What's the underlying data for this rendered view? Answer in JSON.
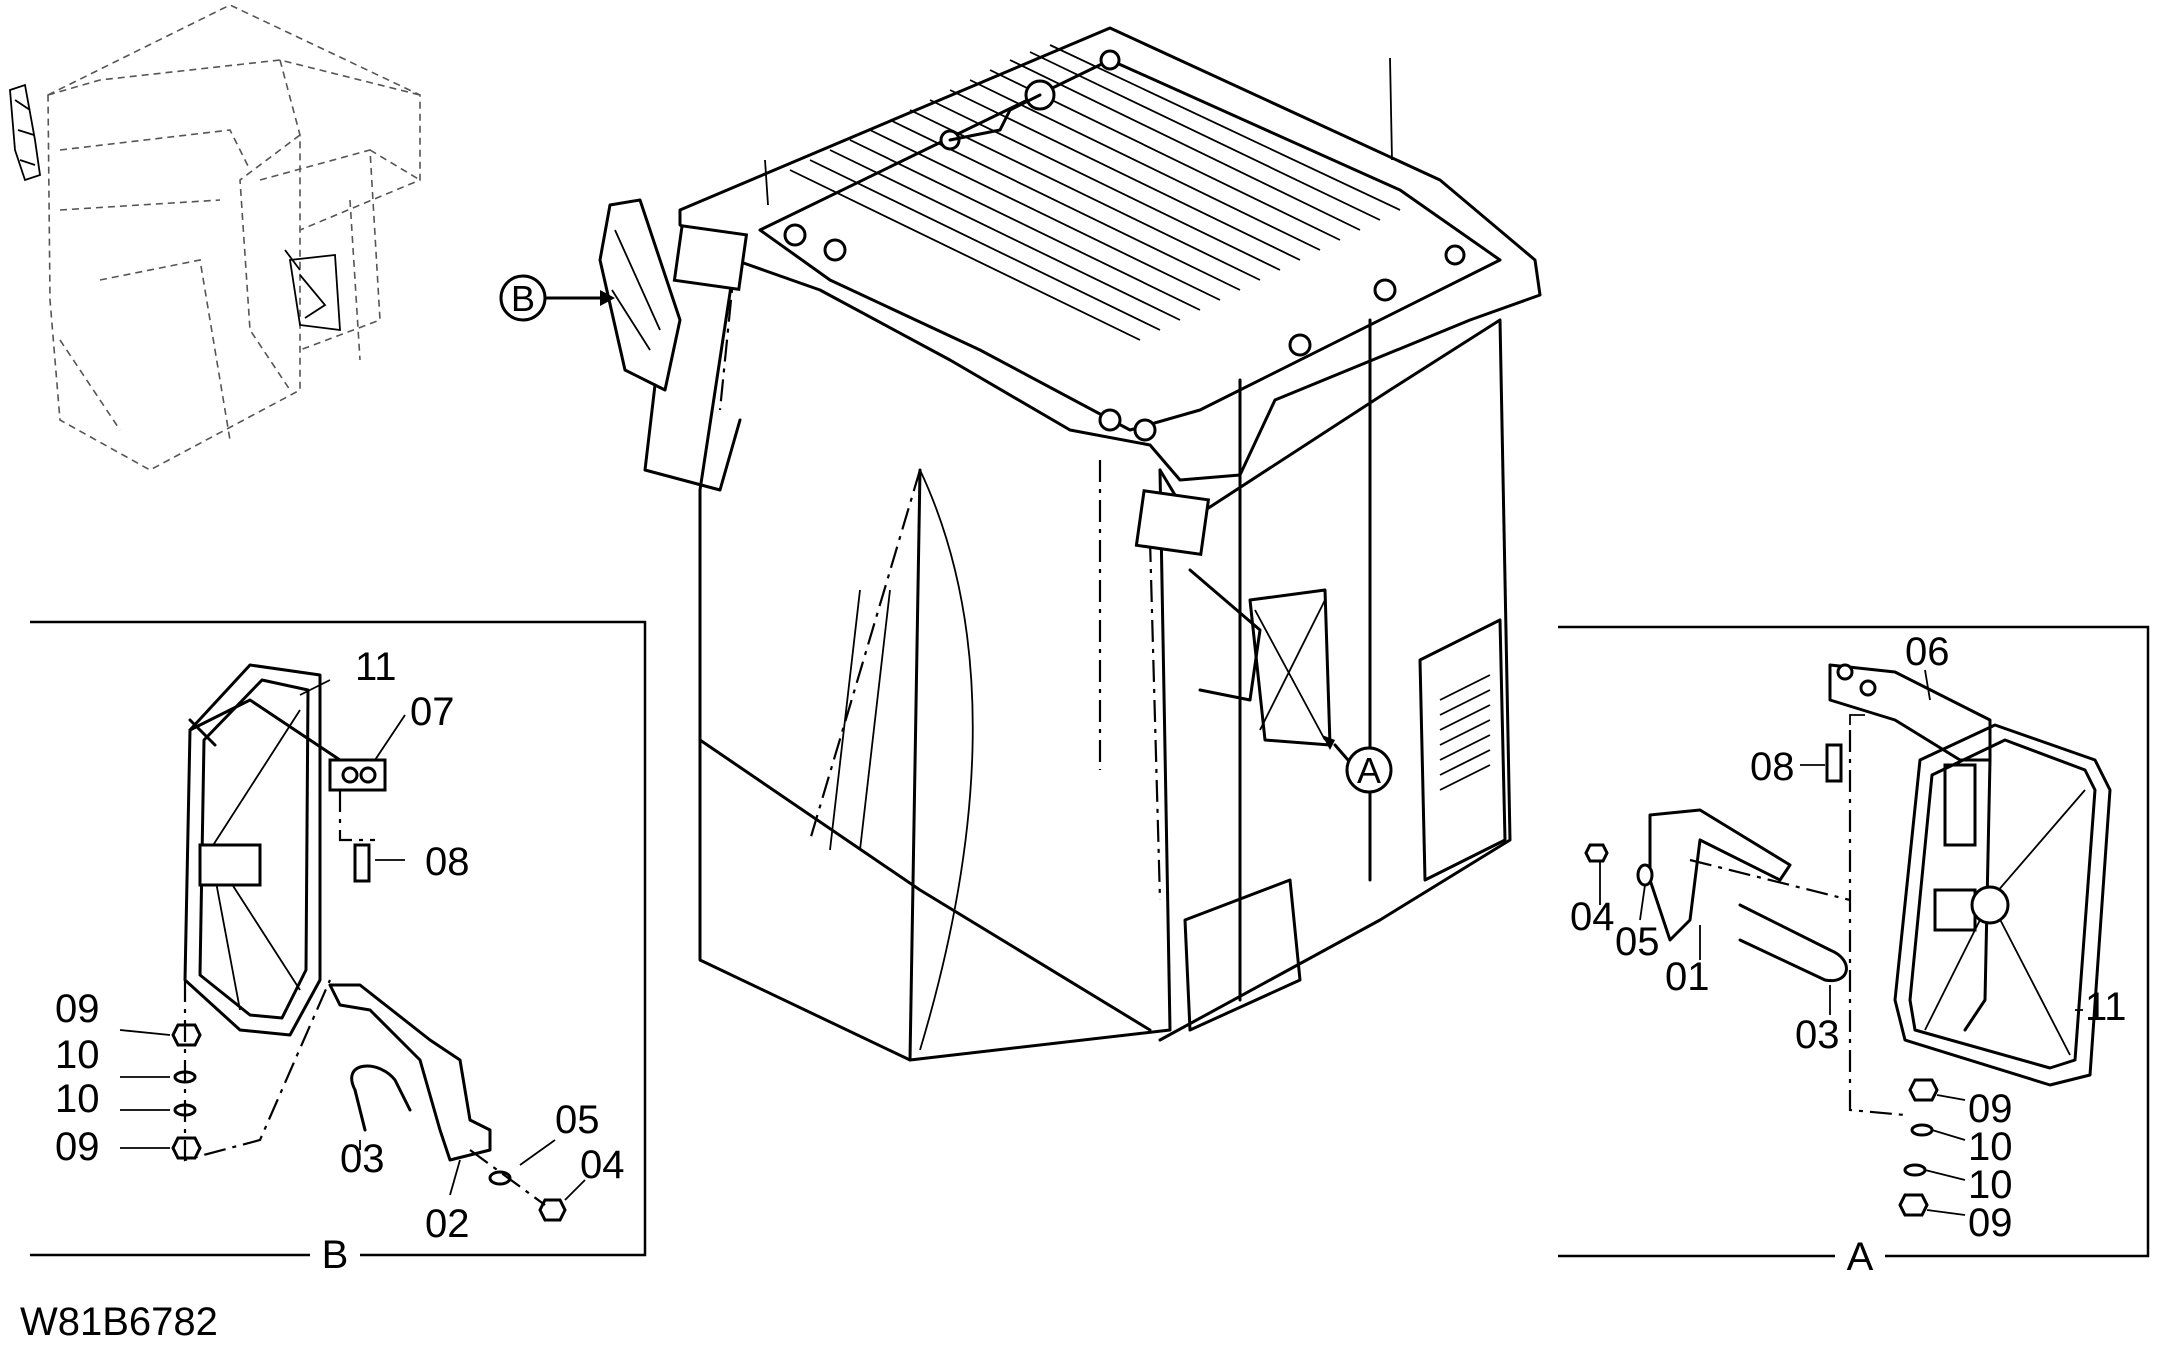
{
  "drawing_id": "W81B6782",
  "callouts": {
    "view_a": "A",
    "view_b": "B"
  },
  "panel_a": {
    "title": "A",
    "labels": {
      "p01": "01",
      "p03": "03",
      "p04": "04",
      "p05": "05",
      "p06": "06",
      "p08": "08",
      "p09a": "09",
      "p09b": "09",
      "p10a": "10",
      "p10b": "10",
      "p11": "11"
    }
  },
  "panel_b": {
    "title": "B",
    "labels": {
      "p02": "02",
      "p03": "03",
      "p04": "04",
      "p05": "05",
      "p07": "07",
      "p08": "08",
      "p09a": "09",
      "p09b": "09",
      "p10a": "10",
      "p10b": "10",
      "p11": "11"
    }
  }
}
